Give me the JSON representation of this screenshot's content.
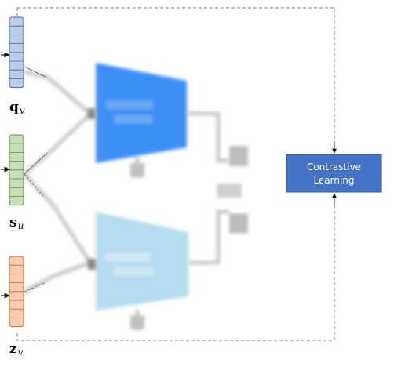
{
  "inputs": [
    {
      "id": "q",
      "symbol": "q",
      "subscript": "v",
      "fill": "#b9cdea",
      "stroke": "#4f6f9e"
    },
    {
      "id": "s",
      "symbol": "s",
      "subscript": "u",
      "fill": "#c5e0b4",
      "stroke": "#5f8a44"
    },
    {
      "id": "z",
      "symbol": "z",
      "subscript": "v",
      "fill": "#f8cbad",
      "stroke": "#c0713f"
    }
  ],
  "encoders": [
    {
      "id": "top",
      "fill": "#3d8ef5"
    },
    {
      "id": "bottom",
      "fill": "#b3dcee"
    }
  ],
  "contrastive_box": {
    "line1": "Contrastive",
    "line2": "Learning",
    "fill": "#4472c4",
    "border": "#2f5597"
  },
  "colors": {
    "dashed_border": "#777777",
    "arrow": "#111111",
    "connector": "#c8c8c8"
  }
}
